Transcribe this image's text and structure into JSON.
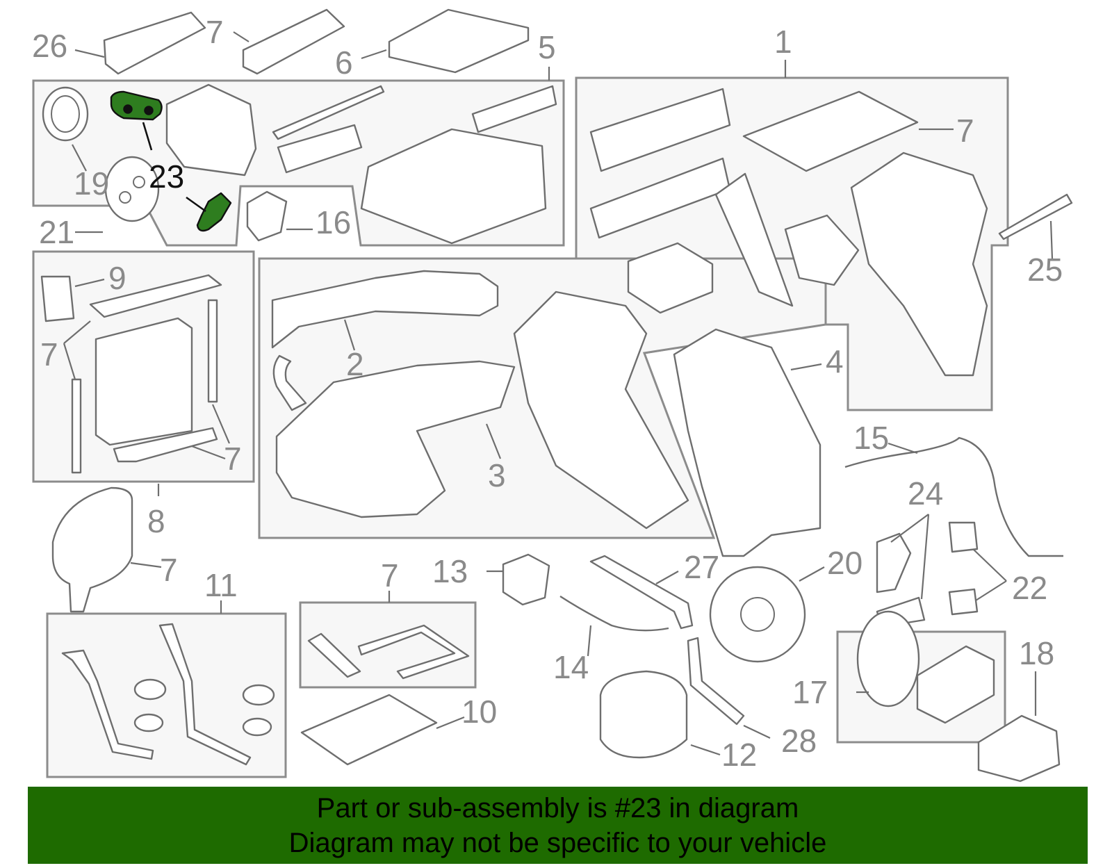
{
  "diagram": {
    "callouts": {
      "c1": "1",
      "c2": "2",
      "c3": "3",
      "c4": "4",
      "c5": "5",
      "c6": "6",
      "c7": "7",
      "c8": "8",
      "c9": "9",
      "c10": "10",
      "c11": "11",
      "c12": "12",
      "c13": "13",
      "c14": "14",
      "c15": "15",
      "c16": "16",
      "c17": "17",
      "c18": "18",
      "c19": "19",
      "c20": "20",
      "c21": "21",
      "c22": "22",
      "c23": "23",
      "c24": "24",
      "c25": "25",
      "c26": "26",
      "c27": "27",
      "c28": "28"
    },
    "highlighted_part": "23",
    "colors": {
      "highlight": "#2e7d1f",
      "line": "#6e6e6e",
      "banner": "#1e6b00"
    }
  },
  "banner": {
    "line1": "Part or sub-assembly is #23 in diagram",
    "line2": "Diagram may not be specific to your vehicle"
  }
}
